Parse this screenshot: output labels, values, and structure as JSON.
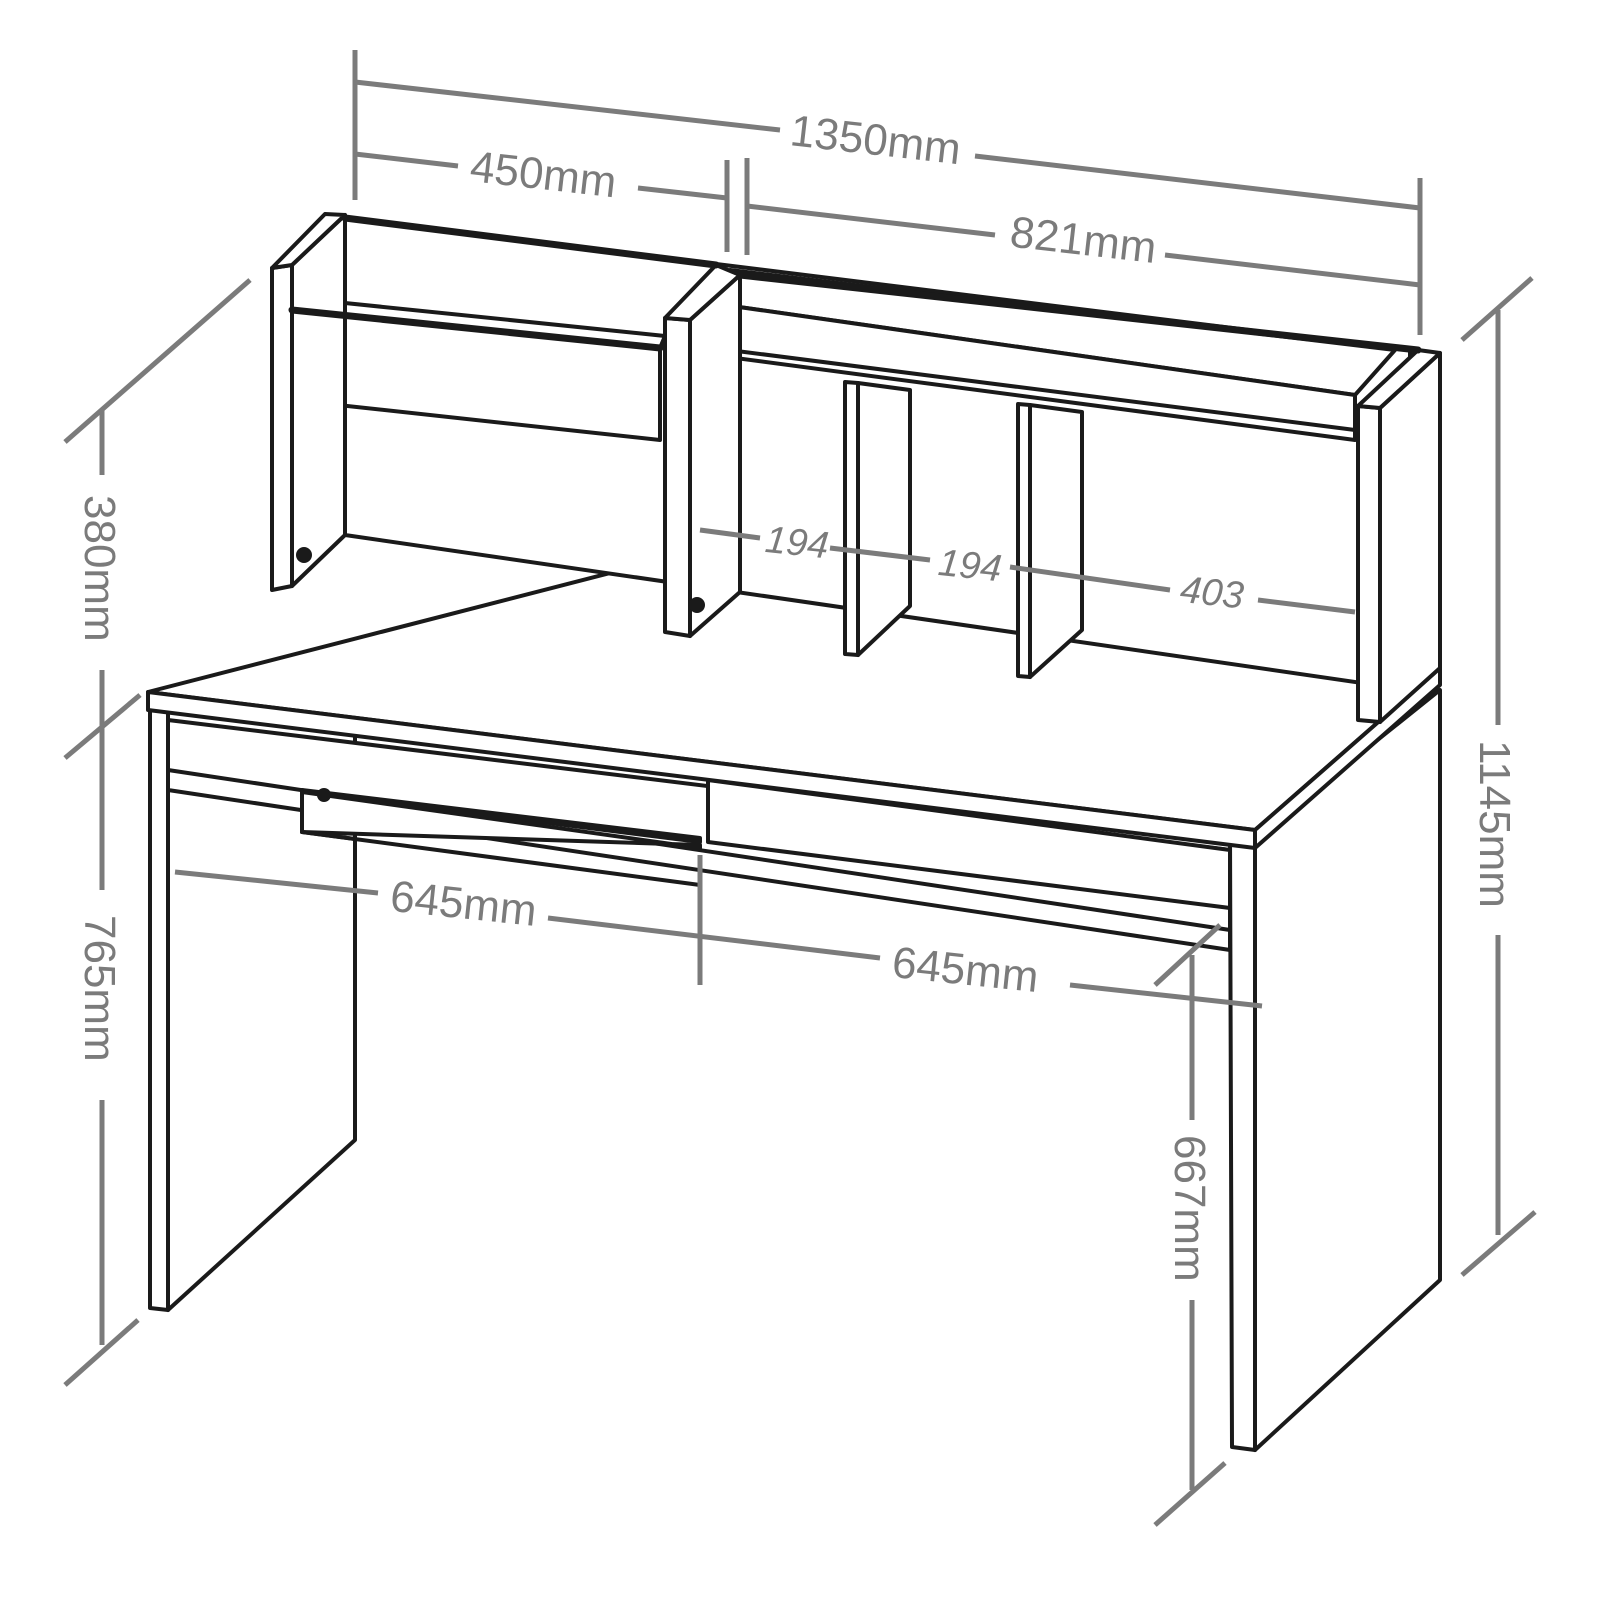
{
  "dimensions": {
    "total_width": "1350mm",
    "hutch_left_width": "450mm",
    "hutch_right_width": "821mm",
    "hutch_height": "380mm",
    "desk_height": "765mm",
    "total_height": "1145mm",
    "depth_left": "645mm",
    "depth_right": "645mm",
    "legroom_height": "667mm",
    "cubby_1": "194",
    "cubby_2": "194",
    "cubby_3": "403"
  }
}
